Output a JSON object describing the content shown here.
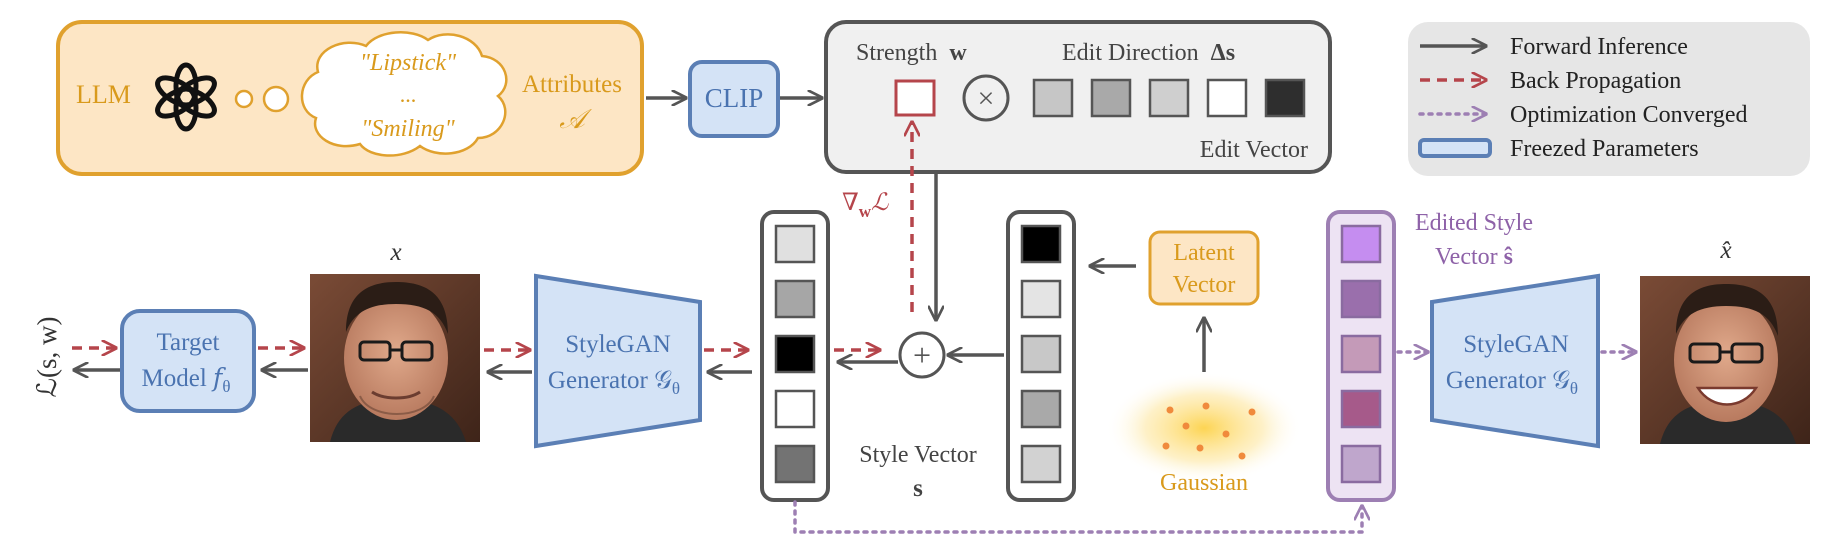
{
  "llm_panel": {
    "llm_label": "LLM",
    "cloud_lines": [
      "\"Lipstick\"",
      "...",
      "\"Smiling\""
    ],
    "attributes_label": "Attributes",
    "attributes_symbol": "𝒜"
  },
  "clip_label": "CLIP",
  "edit_panel": {
    "strength_label": "Strength",
    "strength_symbol": "w",
    "direction_label": "Edit Direction",
    "direction_symbol": "Δs",
    "multiply_symbol": "×",
    "vector_label": "Edit Vector",
    "direction_cells": [
      "#c6c6c6",
      "#a9a9a9",
      "#cfcfcf",
      "#ffffff",
      "#2e2e2e"
    ]
  },
  "gradient_label": "∇",
  "gradient_sub": "w",
  "gradient_tail": "ℒ",
  "loss_label": "ℒ(s, w)",
  "target_model": {
    "line1": "Target",
    "line2": "Model 𝑓",
    "sub": "θ"
  },
  "input_image_label": "x",
  "generator_left": {
    "line1": "StyleGAN",
    "line2": "Generator 𝒢",
    "sub": "θ"
  },
  "style_vector": {
    "line1": "Style Vector",
    "line2": "s",
    "cells": [
      "#e0e0e0",
      "#a6a6a6",
      "#000000",
      "#ffffff",
      "#737373"
    ]
  },
  "plus_symbol": "+",
  "latent_cells": [
    "#000000",
    "#e4e4e4",
    "#c8c8c8",
    "#a9a9a9",
    "#d2d2d2"
  ],
  "latent_vector": {
    "line1": "Latent",
    "line2": "Vector"
  },
  "gaussian_label": "Gaussian",
  "edited_style": {
    "line1": "Edited Style",
    "line2": "Vector",
    "symbol": "ŝ",
    "cells": [
      "#c58df0",
      "#9a6fac",
      "#c49ab8",
      "#a65a8a",
      "#bfa6cc"
    ]
  },
  "generator_right": {
    "line1": "StyleGAN",
    "line2": "Generator 𝒢",
    "sub": "θ"
  },
  "output_image_label": "x̂",
  "legend": [
    {
      "label": "Forward Inference",
      "color": "#555555"
    },
    {
      "label": "Back Propagation",
      "color": "#b5454b"
    },
    {
      "label": "Optimization Converged",
      "color": "#9d7fb3"
    },
    {
      "label": "Freezed Parameters",
      "color": "#5b7fb5"
    }
  ],
  "colors": {
    "llm_fill": "#fde6c5",
    "llm_border": "#e0a12e",
    "llm_text": "#d99a1c",
    "blue_fill": "#d4e3f6",
    "blue_border": "#5b7fb5",
    "blue_text": "#4a73b0",
    "gray_panel": "#f0f0f0",
    "dark": "#555555",
    "red": "#b5454b",
    "purple": "#9d7fb3",
    "purple_text": "#8e62a8"
  }
}
